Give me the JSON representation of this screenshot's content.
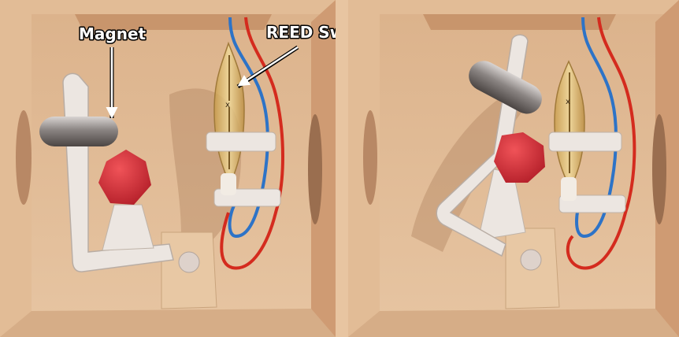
{
  "labels": {
    "magnet": "Magnet",
    "reed_switch": "REED Switch"
  },
  "colors": {
    "box_wall": "#e0b790",
    "box_inner": "#d6a97f",
    "wire_red": "#d42b1e",
    "wire_blue": "#2d73c7",
    "knob_red": "#d9353a",
    "lever_white": "#ece6e1",
    "glass_amber": "#d8b660"
  },
  "panels": [
    {
      "state": "open"
    },
    {
      "state": "closed"
    }
  ]
}
